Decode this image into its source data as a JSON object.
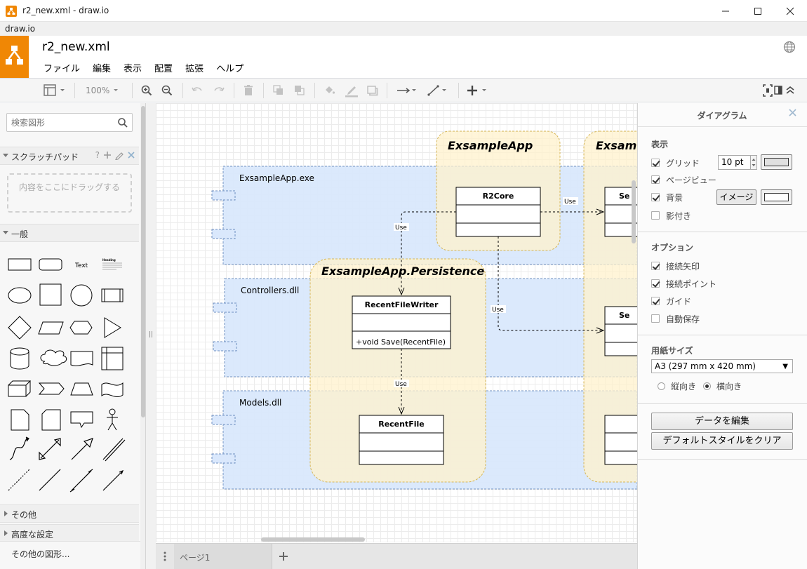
{
  "window": {
    "title": "r2_new.xml - draw.io",
    "app_label": "draw.io"
  },
  "header": {
    "filename": "r2_new.xml",
    "menus": [
      "ファイル",
      "編集",
      "表示",
      "配置",
      "拡張",
      "ヘルプ"
    ]
  },
  "toolbar": {
    "zoom": "100%"
  },
  "sidebar": {
    "search_placeholder": "検索図形",
    "scratchpad": {
      "title": "スクラッチパッド",
      "help": "?",
      "dropzone": "内容をここにドラッグする"
    },
    "general": {
      "title": "一般"
    },
    "shape_text": "Text",
    "shape_heading": "Heading",
    "other": "その他",
    "advanced": "高度な設定",
    "more_shapes": "その他の図形..."
  },
  "diagram": {
    "groups": [
      {
        "title": "ExsampleApp"
      },
      {
        "title": "ExsampleApp.Persistence"
      },
      {
        "title": "Exsam"
      }
    ],
    "packages": [
      {
        "title": "ExsampleApp.exe"
      },
      {
        "title": "Controllers.dll"
      },
      {
        "title": "Models.dll"
      }
    ],
    "classes": [
      {
        "name": "R2Core",
        "method": ""
      },
      {
        "name": "RecentFileWriter",
        "method": "+void Save(RecentFile)"
      },
      {
        "name": "RecentFile",
        "method": ""
      },
      {
        "name": "Se",
        "method": ""
      },
      {
        "name": "Se",
        "method": ""
      }
    ],
    "edge_label": "Use"
  },
  "pages": {
    "current": "ページ1"
  },
  "format_panel": {
    "title": "ダイアグラム",
    "view": {
      "title": "表示",
      "grid": {
        "label": "グリッド",
        "checked": true,
        "size": "10 pt",
        "color": "#e0e0e0"
      },
      "page_view": {
        "label": "ページビュー",
        "checked": true
      },
      "background": {
        "label": "背景",
        "checked": true,
        "image_button": "イメージ",
        "color": "#ffffff"
      },
      "shadow": {
        "label": "影付き",
        "checked": false
      }
    },
    "options": {
      "title": "オプション",
      "connection_arrows": {
        "label": "接続矢印",
        "checked": true
      },
      "connection_points": {
        "label": "接続ポイント",
        "checked": true
      },
      "guides": {
        "label": "ガイド",
        "checked": true
      },
      "autosave": {
        "label": "自動保存",
        "checked": false
      }
    },
    "paper": {
      "title": "用紙サイズ",
      "selected": "A3 (297 mm x 420 mm)",
      "portrait": "縦向き",
      "landscape": "横向き",
      "orientation": "landscape"
    },
    "edit_data": "データを編集",
    "clear_style": "デフォルトスタイルをクリア"
  }
}
